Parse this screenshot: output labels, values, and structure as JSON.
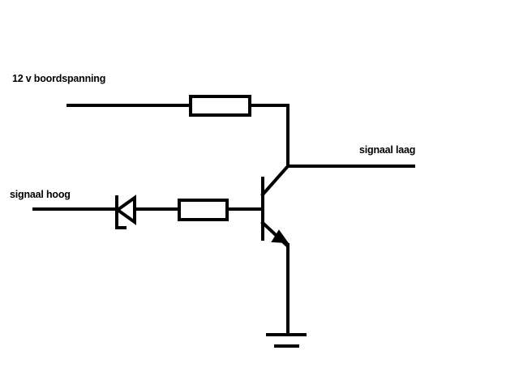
{
  "diagram": {
    "type": "circuit-schematic",
    "labels": {
      "supply": "12 v boordspanning",
      "output": "signaal laag",
      "input": "signaal hoog"
    },
    "components": [
      {
        "name": "resistor",
        "role": "pull-up resistor"
      },
      {
        "name": "resistor",
        "role": "base resistor"
      },
      {
        "name": "diode"
      },
      {
        "name": "npn-transistor"
      },
      {
        "name": "ground"
      }
    ],
    "colors": {
      "stroke": "#000000",
      "background": "#ffffff"
    }
  }
}
